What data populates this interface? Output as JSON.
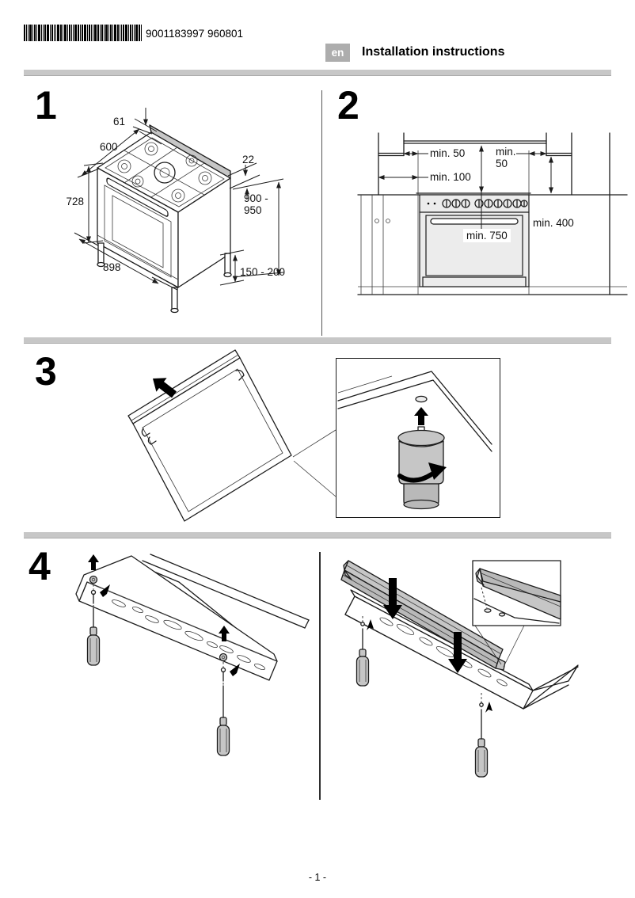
{
  "header": {
    "barcode_text": "9001183997",
    "print_code": "960801",
    "language_badge": "en",
    "title": "Installation instructions"
  },
  "footer": {
    "page_number": "- 1 -"
  },
  "sections": {
    "s1": {
      "number": "1",
      "labels": {
        "backguard_height": "61",
        "depth": "600",
        "top_thickness": "22",
        "body_height": "728",
        "total_height": "900 -\n950",
        "width": "898",
        "leg_height": "150 - 200"
      }
    },
    "s2": {
      "number": "2",
      "labels": {
        "left_clearance": "min. 50",
        "right_clearance": "min.\n50",
        "rear_clearance": "min. 100",
        "side_height": "min. 400",
        "hood_clearance": "min. 750"
      }
    },
    "s3": {
      "number": "3"
    },
    "s4": {
      "number": "4"
    }
  },
  "colors": {
    "divider_gray": "#c7c7c7",
    "badge_gray": "#adadad",
    "part_gray": "#c6c6c6"
  }
}
